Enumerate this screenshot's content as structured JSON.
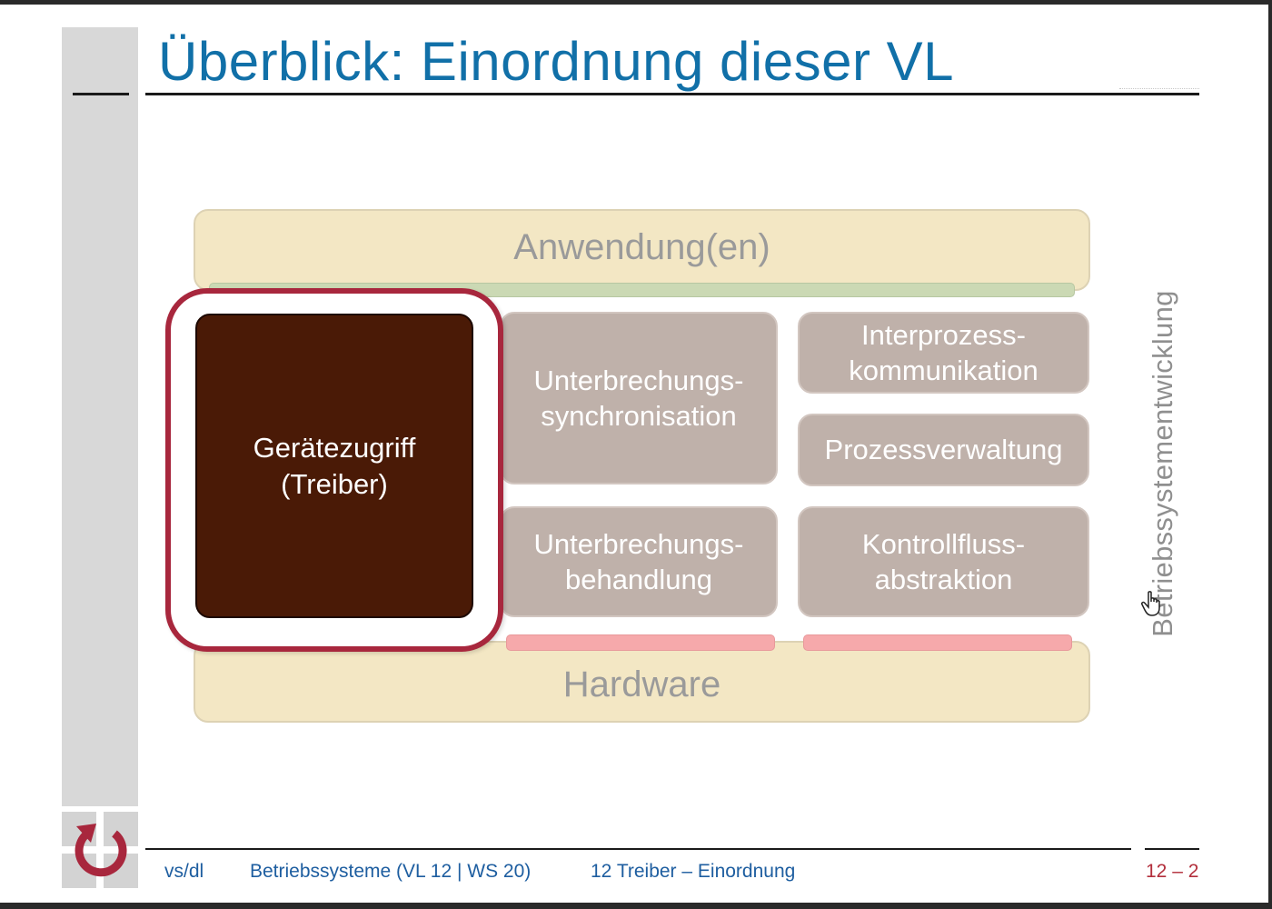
{
  "slide": {
    "title": "Überblick: Einordnung dieser VL",
    "side_label": "Betriebssystementwicklung"
  },
  "diagram": {
    "top_layer": "Anwendung(en)",
    "bottom_layer": "Hardware",
    "highlighted_component": "Gerätezugriff\n(Treiber)",
    "components": {
      "interrupt_sync": "Unterbrechungs-\nsynchronisation",
      "ipc": "Interprozess-\nkommunikation",
      "process_mgmt": "Prozessverwaltung",
      "interrupt_handling": "Unterbrechungs-\nbehandlung",
      "control_flow": "Kontrollfluss-\nabstraktion"
    }
  },
  "footer": {
    "author": "vs/dl",
    "course": "Betriebssysteme (VL 12 | WS 20)",
    "section": "12 Treiber – Einordnung",
    "page": "12 – 2"
  },
  "colors": {
    "title": "#1170a8",
    "layer_fill": "#f3e7c4",
    "component_fill": "#bfb1aa",
    "driver_fill": "#4a1a06",
    "highlight_border": "#a8273d",
    "footer_text": "#1e5ea0",
    "page_number": "#b32f3c"
  }
}
